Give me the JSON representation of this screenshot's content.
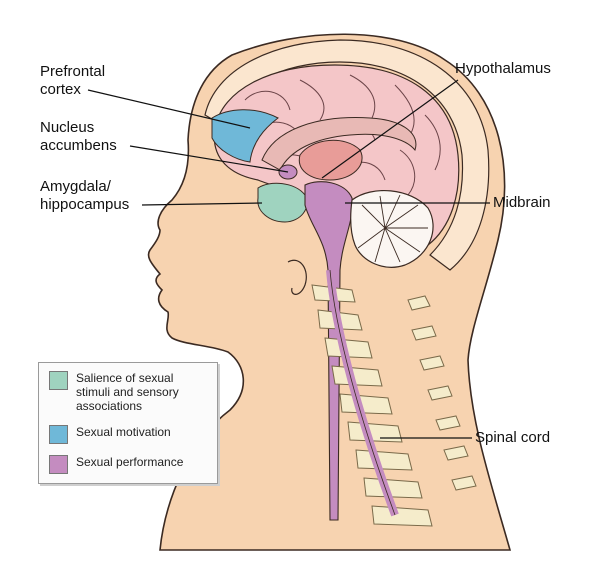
{
  "labels": {
    "prefrontal": "Prefrontal\ncortex",
    "nucleus": "Nucleus\naccumbens",
    "amygdala": "Amygdala/\nhippocampus",
    "hypothalamus": "Hypothalamus",
    "midbrain": "Midbrain",
    "spinal_cord": "Spinal cord"
  },
  "legend": [
    {
      "text": "Salience of sexual\nstimuli and sensory\nassociations",
      "color": "#9fd3bf"
    },
    {
      "text": "Sexual motivation",
      "color": "#6fb8d8"
    },
    {
      "text": "Sexual performance",
      "color": "#c48cc0"
    }
  ],
  "colors": {
    "skin": "#f7d3b0",
    "skin_outline": "#3b2a22",
    "skull": "#fbe6cf",
    "brain": "#f4c6c8",
    "cerebellum": "#fbf6f2",
    "vertebra": "#f5eccb"
  }
}
